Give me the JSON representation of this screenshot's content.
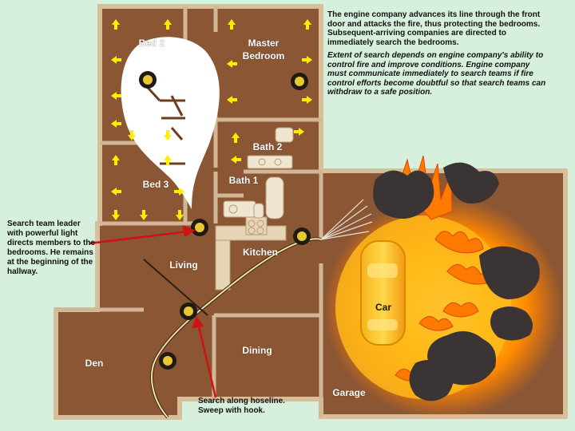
{
  "text_panel": {
    "para1": "The engine company advances its line through the front door and attacks the fire, thus protecting the bedrooms. Subsequent-arriving companies are directed to immediately search the bedrooms.",
    "para2": "Extent of search depends on engine company's ability to control fire and improve conditions. Engine company must communicate immediately to search teams if fire control efforts become doubtful so that search teams can withdraw to a safe position."
  },
  "rooms": {
    "bed2": "Bed 2",
    "master": "Master Bedroom",
    "bath2": "Bath 2",
    "bed3": "Bed 3",
    "bath1": "Bath 1",
    "living": "Living",
    "kitchen": "Kitchen",
    "den": "Den",
    "dining": "Dining",
    "garage": "Garage",
    "car": "Car"
  },
  "callouts": {
    "leader": "Search team leader with powerful light directs members to the bedrooms. He remains at the beginning of the hallway.",
    "hoseline": "Search along hoseline. Sweep with hook."
  },
  "colors": {
    "background": "#d7f0dd",
    "floor": "#8a5634",
    "wall": "#d2b796",
    "arrow": "#ffee00",
    "fire": "#ff9a00",
    "callout_arrow": "#d01212"
  }
}
